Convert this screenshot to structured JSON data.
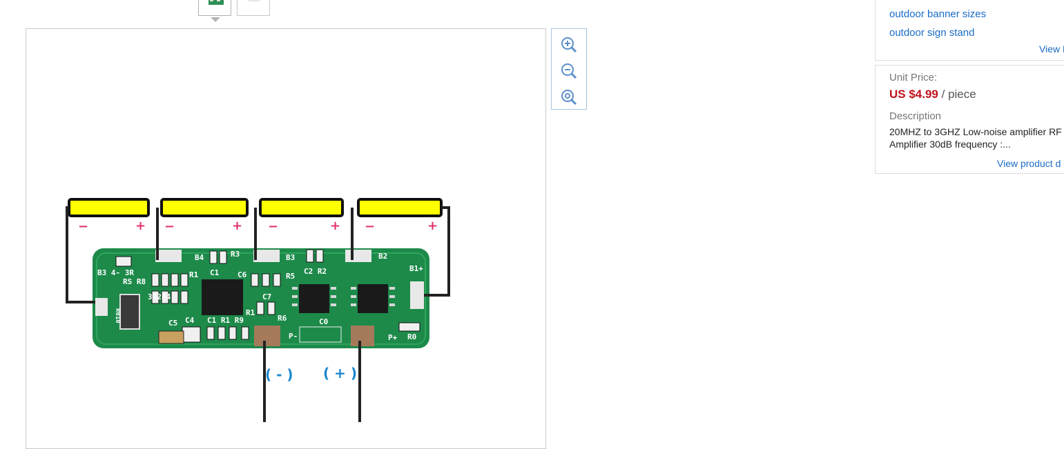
{
  "sidebar": {
    "related_links": [
      "outdoor banner sizes",
      "outdoor sign stand"
    ],
    "view_more": "View M",
    "unit_price_label": "Unit Price:",
    "price": "US $4.99",
    "price_unit": "/ piece",
    "description_label": "Description",
    "description_line1": "20MHZ to 3GHZ Low-noise amplifier RF",
    "description_line2": "Amplifier 30dB frequency :...",
    "view_product_details": "View product d"
  },
  "image": {
    "minus_sign": "−",
    "plus_sign": "+",
    "neg_terminal": "( - )",
    "pos_terminal": "( + )",
    "board_labels": [
      "B4",
      "R3",
      "B3",
      "B2",
      "B1+",
      "B3 4- 3R",
      "RS R8",
      "R1",
      "C1",
      "C6",
      "R5",
      "C2 R2",
      "C7",
      "C1 R1 R9",
      "R1",
      "R6",
      "C0",
      "P-",
      "P+",
      "R0",
      "R010",
      "C4",
      "C5",
      "3R2R4"
    ]
  },
  "colors": {
    "link": "#1a6bc4",
    "price": "#c0111b",
    "cell_yellow": "#ffff00",
    "pcb_green": "#1d8a4a",
    "sign_red": "#e0306e",
    "terminal_blue": "#1a86d0"
  }
}
